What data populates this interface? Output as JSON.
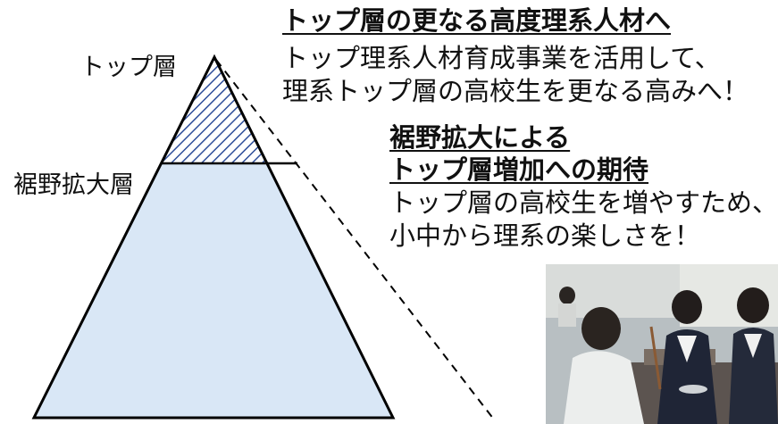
{
  "labels": {
    "top_layer": "トップ層",
    "base_layer": "裾野拡大層"
  },
  "top_section": {
    "heading": "トップ層の更なる高度理系人材へ",
    "lines": [
      "トップ理系人材育成事業を活用して、",
      "理系トップ層の高校生を更なる高みへ！"
    ]
  },
  "base_section": {
    "heading_lines": [
      "裾野拡大による",
      "トップ層増加への期待"
    ],
    "lines": [
      "トップ層の高校生を増やすため、",
      "小中から理系の楽しさを！"
    ]
  },
  "photo": {
    "subject": "students-experiment-photo"
  },
  "colors": {
    "pyramid_fill": "#d9e7f6",
    "hatch_line": "#2e4e9a",
    "outline": "#000000"
  }
}
